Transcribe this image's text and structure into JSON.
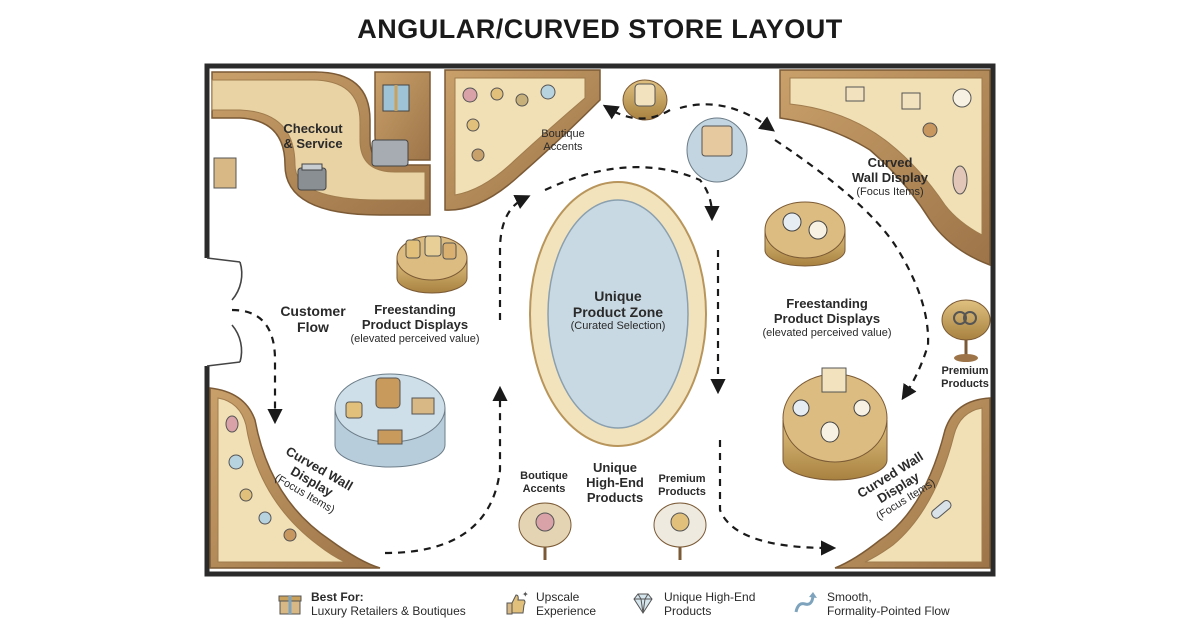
{
  "title": "ANGULAR/CURVED STORE LAYOUT",
  "labels": {
    "checkout": [
      "Checkout",
      "& Service"
    ],
    "boutique_top": [
      "Boutique",
      "Accents"
    ],
    "curved_wall_tr": [
      "Curved",
      "Wall Display"
    ],
    "curved_wall_tr_sub": "(Focus Items)",
    "customer_flow": [
      "Customer",
      "Flow"
    ],
    "freestanding_left": [
      "Freestanding",
      "Product Displays"
    ],
    "freestanding_left_sub": "(elevated perceived value)",
    "unique_zone": [
      "Unique",
      "Product Zone"
    ],
    "unique_zone_sub": "(Curated Selection)",
    "freestanding_right": [
      "Freestanding",
      "Product Displays"
    ],
    "freestanding_right_sub": "(elevated perceived value)",
    "premium_right": [
      "Premium",
      "Products"
    ],
    "curved_wall_bl": [
      "Curved Wall",
      "Display"
    ],
    "curved_wall_bl_sub": "(Focus Items)",
    "boutique_bottom": [
      "Boutique",
      "Accents"
    ],
    "unique_high_end": [
      "Unique",
      "High-End",
      "Products"
    ],
    "premium_bottom": [
      "Premium",
      "Products"
    ],
    "curved_wall_br": [
      "Curved Wall",
      "Display"
    ],
    "curved_wall_br_sub": "(Focus Items)"
  },
  "legend": [
    {
      "icon": "gift-icon",
      "bold": "Best For:",
      "text": "Luxury Retailers & Boutiques"
    },
    {
      "icon": "thumbs-up-sparkle-icon",
      "bold": "",
      "lines": [
        "Upscale",
        "Experience"
      ]
    },
    {
      "icon": "diamond-icon",
      "bold": "",
      "lines": [
        "Unique High-End",
        "Products"
      ]
    },
    {
      "icon": "curved-arrow-icon",
      "bold": "",
      "lines": [
        "Smooth,",
        "Formality-Pointed Flow"
      ]
    }
  ],
  "colors": {
    "wood_dark": "#b08656",
    "wood_light": "#d6b27e",
    "counter_top": "#f3e2ba",
    "gold": "#c9a15c",
    "oval_blue": "#c9d9e3",
    "oval_cream": "#f3e3bd",
    "glass_blue": "#c3d5e0",
    "wall": "#2b2b2b"
  }
}
